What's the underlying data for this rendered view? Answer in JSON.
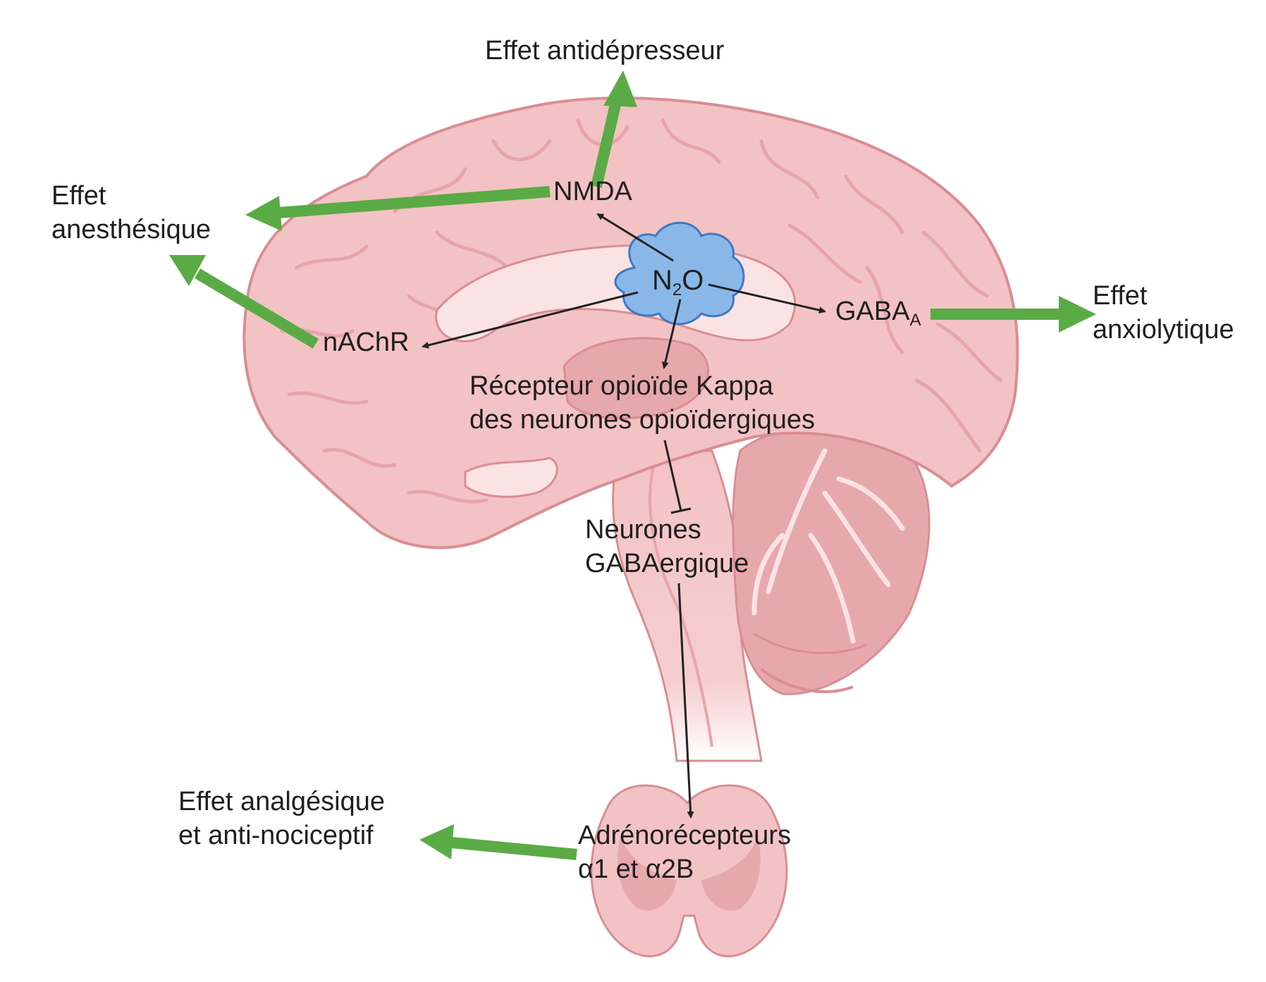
{
  "colors": {
    "brain_fill": "#f3c2c4",
    "brain_stroke": "#d98e93",
    "gyrus_line": "#e6a5aa",
    "inner_fill": "#e7a8ac",
    "light_fill": "#fbe3e3",
    "cloud_fill": "#89b8e8",
    "cloud_stroke": "#3e78c4",
    "green_arrow": "#5aab46",
    "black_arrow": "#222222"
  },
  "labels": {
    "antidepresseur": "Effet antidépresseur",
    "anesthesique_1": "Effet",
    "anesthesique_2": "anesthésique",
    "nmda": "NMDA",
    "n2o_n": "N",
    "n2o_sub": "2",
    "n2o_o": "O",
    "nachr": "nAChR",
    "gaba_a": "GABA",
    "gaba_a_sub": "A",
    "anxiolytique_1": "Effet",
    "anxiolytique_2": "anxiolytique",
    "kappa_1": "Récepteur opioïde Kappa",
    "kappa_2": "des neurones opioïdergiques",
    "gaba_neurons_1": "Neurones",
    "gaba_neurons_2": "GABAergique",
    "analgesique_1": "Effet analgésique",
    "analgesique_2": "et anti-nociceptif",
    "adreno_1": "Adrénorécepteurs",
    "adreno_2": "α1 et α2B"
  }
}
